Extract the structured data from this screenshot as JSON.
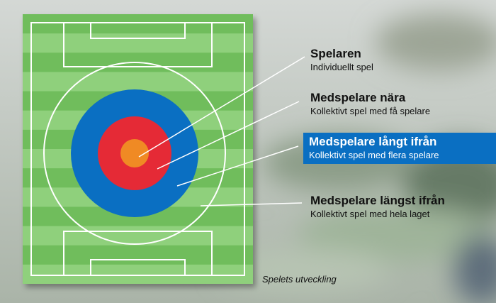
{
  "labels": [
    {
      "title": "Spelaren",
      "subtitle": "Individuellt spel",
      "highlight": false
    },
    {
      "title": "Medspelare nära",
      "subtitle": "Kollektivt spel med få spelare",
      "highlight": false
    },
    {
      "title": "Medspelare långt ifrån",
      "subtitle": "Kollektivt spel med flera spelare",
      "highlight": true
    },
    {
      "title": "Medspelare längst  ifrån",
      "subtitle": "Kollektivt spel med hela laget",
      "highlight": false
    }
  ],
  "caption": "Spelets utveckling",
  "colors": {
    "pitch_light": "#8fd07c",
    "pitch_dark": "#6fbd5b",
    "blue_ring": "#0a6fc2",
    "red_ring": "#e52a36",
    "center": "#f08a24",
    "highlight": "#0a6fc2"
  }
}
